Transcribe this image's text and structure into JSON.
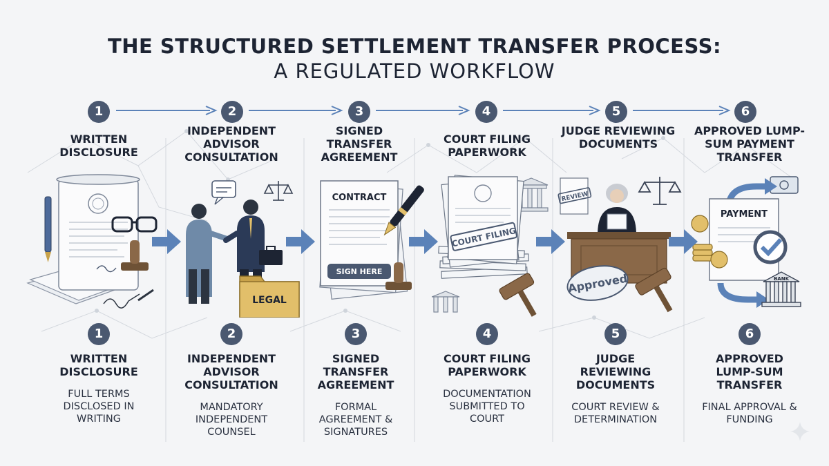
{
  "title": {
    "line1": "THE STRUCTURED SETTLEMENT TRANSFER PROCESS:",
    "line2": "A REGULATED WORKFLOW"
  },
  "top_steps": [
    {
      "number": "1",
      "title": "WRITTEN DISCLOSURE"
    },
    {
      "number": "2",
      "title": "INDEPENDENT ADVISOR CONSULTATION"
    },
    {
      "number": "3",
      "title": "SIGNED TRANSFER AGREEMENT"
    },
    {
      "number": "4",
      "title": "COURT FILING PAPERWORK"
    },
    {
      "number": "5",
      "title": "JUDGE REVIEWING DOCUMENTS"
    },
    {
      "number": "6",
      "title": "APPROVED LUMP-SUM PAYMENT TRANSFER"
    }
  ],
  "bottom_steps": [
    {
      "number": "1",
      "title": "WRITTEN DISCLOSURE",
      "desc": "FULL TERMS DISCLOSED IN WRITING"
    },
    {
      "number": "2",
      "title": "INDEPENDENT ADVISOR CONSULTATION",
      "desc": "MANDATORY INDEPENDENT COUNSEL"
    },
    {
      "number": "3",
      "title": "SIGNED TRANSFER AGREEMENT",
      "desc": "FORMAL AGREEMENT & SIGNATURES"
    },
    {
      "number": "4",
      "title": "COURT FILING PAPERWORK",
      "desc": "DOCUMENTATION SUBMITTED TO COURT"
    },
    {
      "number": "5",
      "title": "JUDGE REVIEWING DOCUMENTS",
      "desc": "COURT REVIEW & DETERMINATION"
    },
    {
      "number": "6",
      "title": "APPROVED LUMP-SUM TRANSFER",
      "desc": "FINAL APPROVAL & FUNDING"
    }
  ],
  "illustration_labels": {
    "legal": "LEGAL",
    "contract": "CONTRACT",
    "sign_here": "SIGN HERE",
    "court_filing": "COURT FILING",
    "review": "REVIEW",
    "approved": "Approved",
    "payment": "PAYMENT",
    "bank": "BANK"
  },
  "colors": {
    "navy": "#1d2433",
    "step_circle": "#4a5870",
    "arrow_blue": "#5b82b8",
    "accent_gold": "#e2bf6a",
    "wood": "#8a6848"
  }
}
